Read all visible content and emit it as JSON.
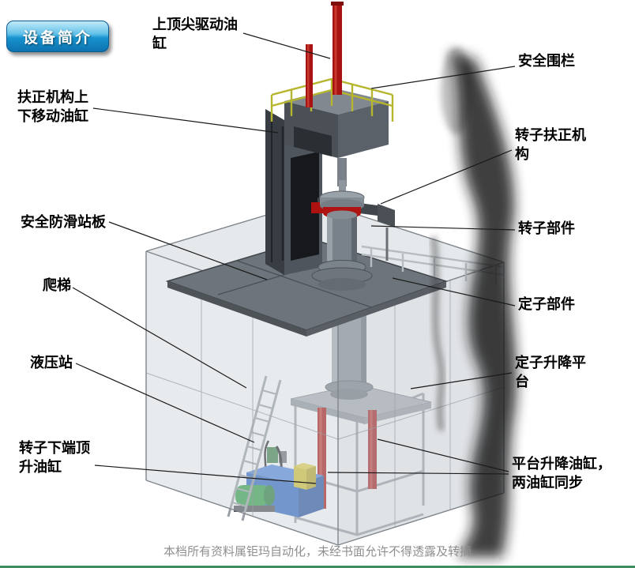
{
  "page": {
    "badge_label": "设备简介",
    "watermark": "本档所有资料属钜玛自动化，未经书面允许不得透露及转摘"
  },
  "callouts": {
    "top_spindle_cylinder": "上顶尖驱动油缸",
    "safety_fence": "安全围栏",
    "centering_move_cylinder": "扶正机构上下移动油缸",
    "rotor_centering_mechanism": "转子扶正机构",
    "anti_slip_platform": "安全防滑站板",
    "rotor_part": "转子部件",
    "ladder": "爬梯",
    "stator_part": "定子部件",
    "hydraulic_station": "液压站",
    "stator_lift_platform": "定子升降平台",
    "rotor_bottom_jack_cylinder": "转子下端顶升油缸",
    "platform_lift_cylinders": "平台升降油缸，两油缸同步"
  },
  "colors": {
    "badge_blue": "#1287c8",
    "cylinder_red": "#a81210",
    "fence_yellow": "#b5b52e",
    "hydraulic_blue": "#2b66c4",
    "bottom_line_green": "#3e8e5f"
  }
}
